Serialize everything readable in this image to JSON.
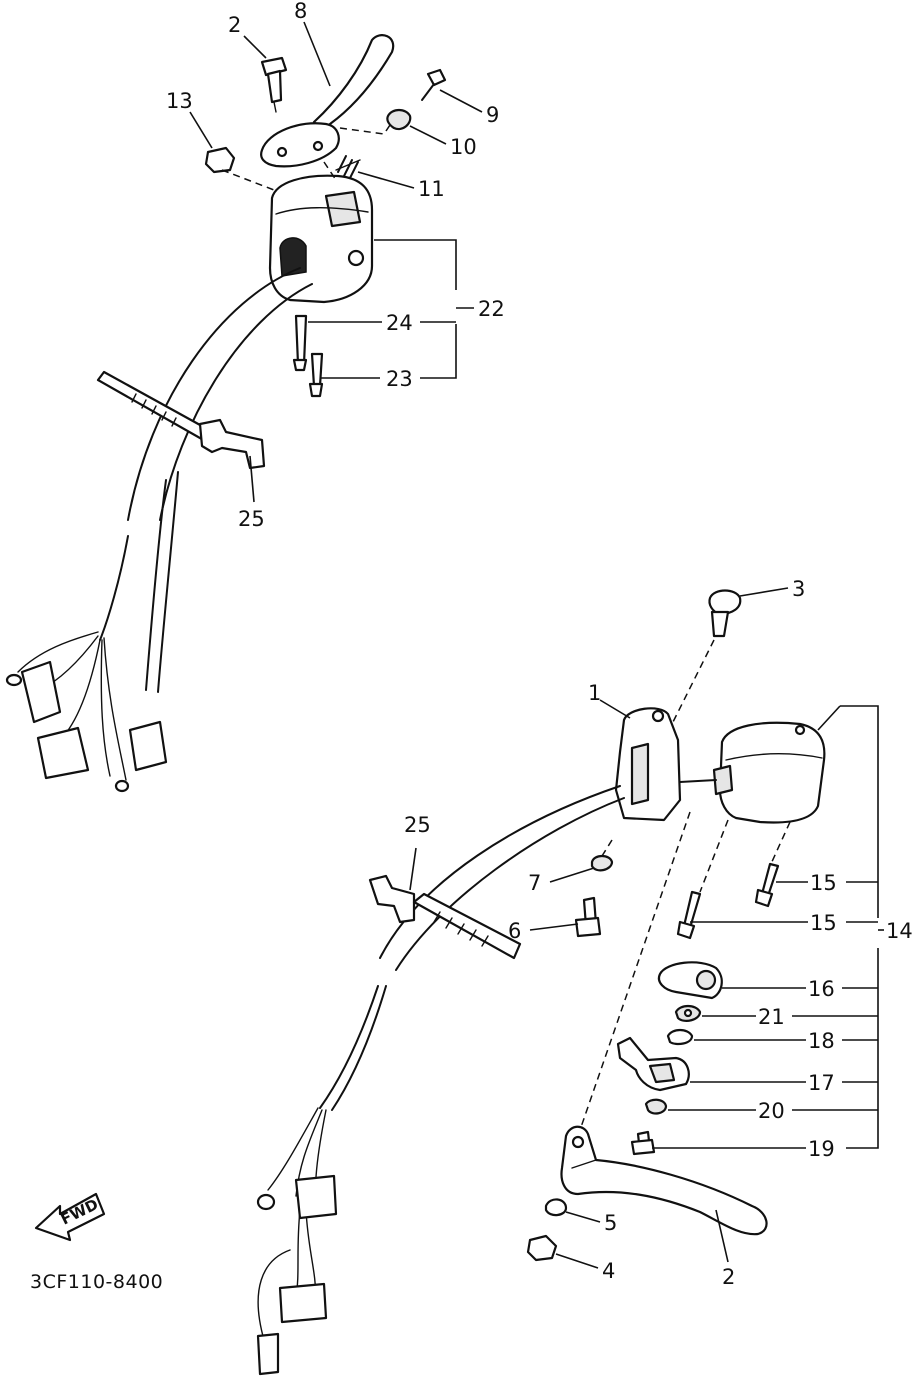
{
  "diagram": {
    "labels": {
      "p2_top": "2",
      "p8": "8",
      "p13": "13",
      "p9": "9",
      "p10": "10",
      "p11": "11",
      "p22": "22",
      "p24": "24",
      "p23": "23",
      "p25_top": "25",
      "p3": "3",
      "p1": "1",
      "p25_mid": "25",
      "p7": "7",
      "p6": "6",
      "p15a": "15",
      "p15b": "15",
      "p14": "14",
      "p16": "16",
      "p21": "21",
      "p18": "18",
      "p17": "17",
      "p20": "20",
      "p19": "19",
      "p5": "5",
      "p4": "4",
      "p2_bottom": "2"
    },
    "fwd_arrow": "FWD",
    "catalog_code": "3CF110-8400"
  }
}
